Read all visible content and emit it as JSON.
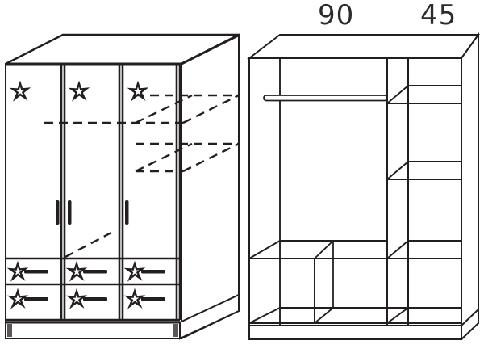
{
  "figure": {
    "type": "technical-line-drawing",
    "subject": "three-door wardrobe",
    "views": [
      {
        "id": "exterior",
        "name": "exterior-front-perspective-view",
        "description": "Closed wardrobe shown in perspective with three doors, star handles and six drawers"
      },
      {
        "id": "interior",
        "name": "interior-cutaway-perspective-view",
        "description": "Open carcass showing hanging rail, shelves and lower compartments"
      }
    ]
  },
  "dimensions": {
    "wide_section_label": "90",
    "narrow_section_label": "45",
    "unit": ""
  },
  "exterior_view": {
    "doors": [
      {
        "name": "left-door",
        "handle": "star-handle",
        "handle_bar": false
      },
      {
        "name": "center-door",
        "handle": "star-handle",
        "handle_bar": true
      },
      {
        "name": "right-door",
        "handle": "star-handle",
        "handle_bar": true
      }
    ],
    "drawers": [
      {
        "name": "drawer-row-1-left",
        "handle": "star-and-bar-handle"
      },
      {
        "name": "drawer-row-1-center",
        "handle": "star-and-bar-handle"
      },
      {
        "name": "drawer-row-1-right",
        "handle": "star-and-bar-handle"
      },
      {
        "name": "drawer-row-2-left",
        "handle": "star-and-bar-handle"
      },
      {
        "name": "drawer-row-2-center",
        "handle": "star-and-bar-handle"
      },
      {
        "name": "drawer-row-2-right",
        "handle": "star-and-bar-handle"
      }
    ],
    "hidden_shelves": 2,
    "plinth": true
  },
  "interior_view": {
    "hanging_rail": 1,
    "wide_compartment_shelves": 0,
    "narrow_column_shelves": 3,
    "bottom_compartments": 3,
    "vertical_dividers": 3,
    "plinth": true
  },
  "style": {
    "line_color": "#231f20",
    "hidden_line_color": "#231f20",
    "fill_color": "#ffffff",
    "text_color": "#2b2b2b"
  }
}
